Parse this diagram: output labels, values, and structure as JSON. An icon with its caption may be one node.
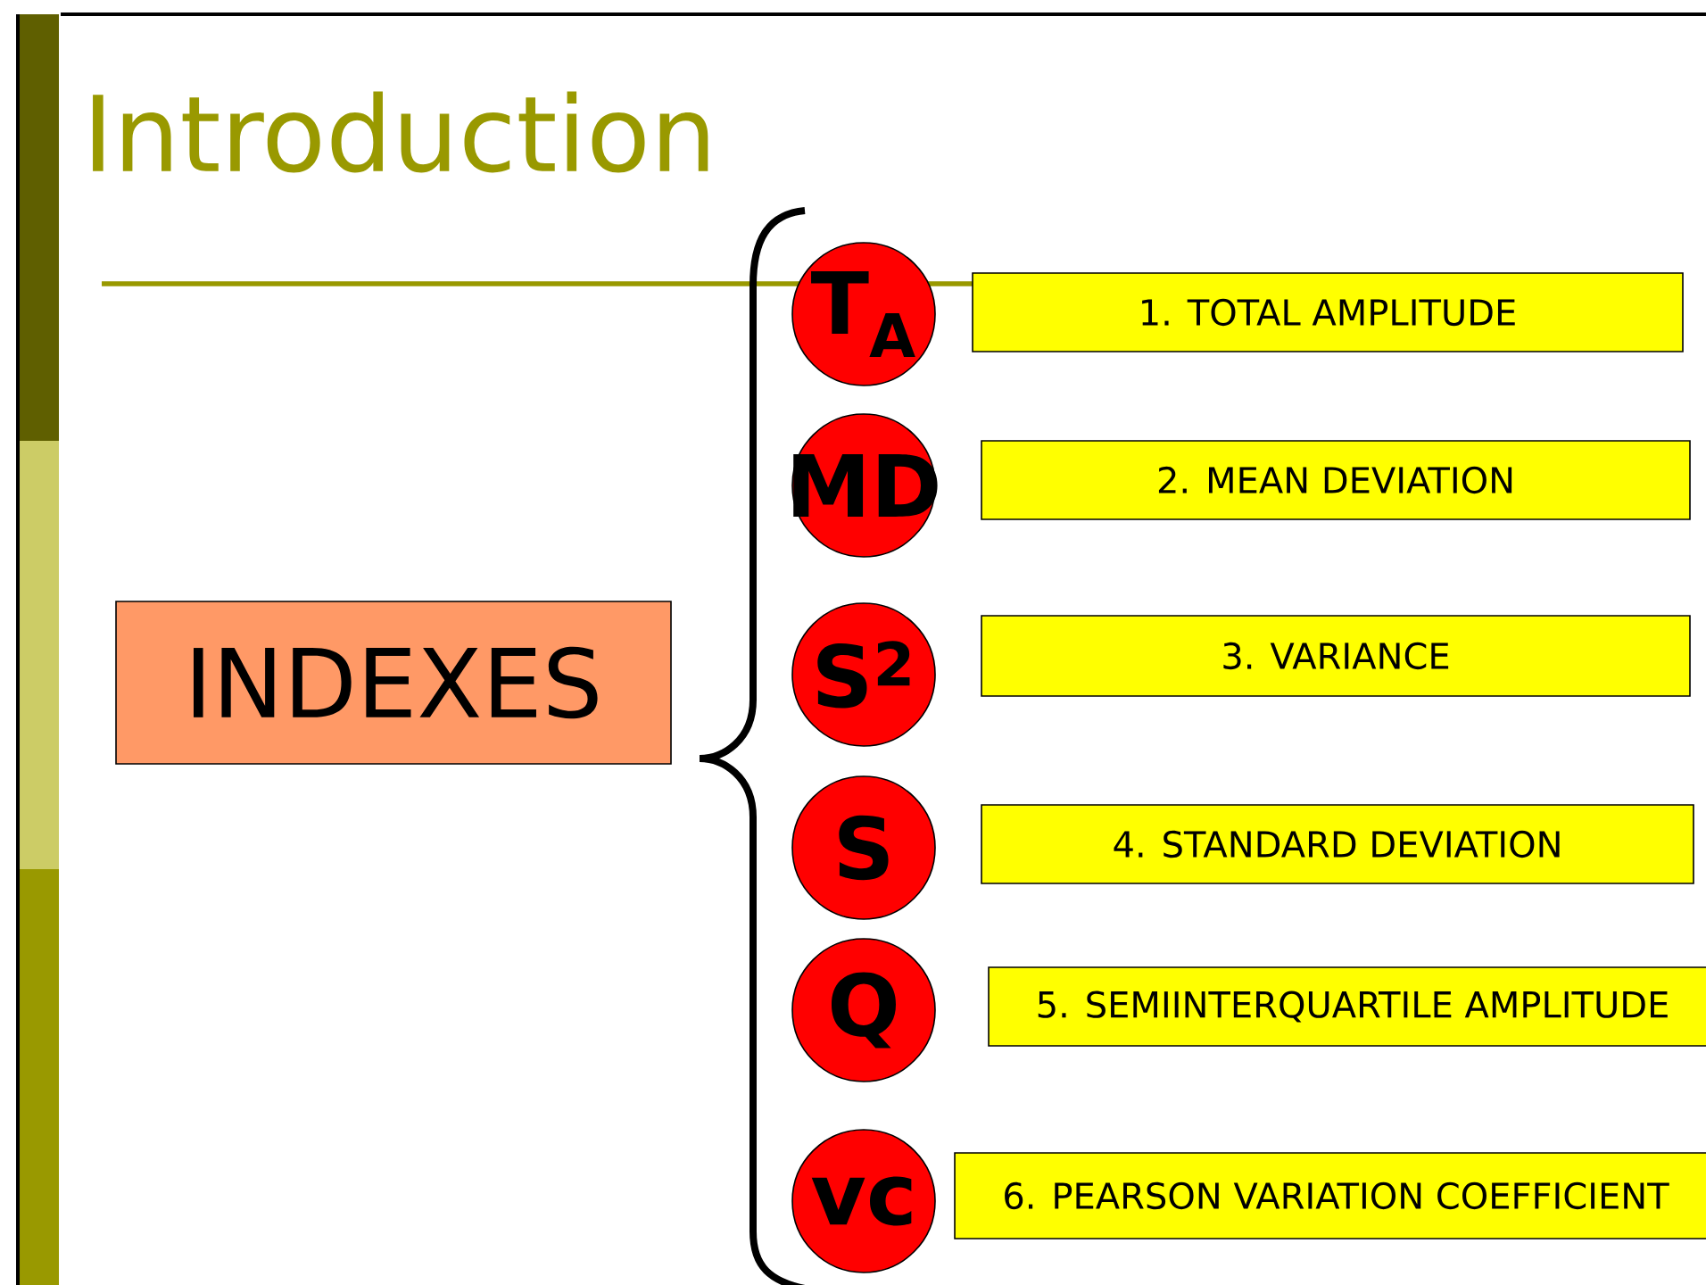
{
  "diagram": {
    "title": "Introduction",
    "nodes": [
      {
        "text": [
          "INDEXES"
        ]
      },
      {
        "text": [
          "T$_{A}$"
        ]
      },
      {
        "text": [
          "MD"
        ]
      },
      {
        "text": [
          "S$^{2}$"
        ]
      },
      {
        "text": [
          "S"
        ]
      },
      {
        "text": [
          "Q"
        ]
      },
      {
        "text": [
          "vc"
        ]
      },
      {
        "text": [
          "1. TOTAL AMPLITUDE"
        ]
      },
      {
        "text": [
          "2. MEAN DEVIATION"
        ]
      },
      {
        "text": [
          "3. VARIANCE"
        ]
      },
      {
        "text": [
          "4. STANDARD DEVIATION"
        ]
      },
      {
        "text": [
          "5. SEMIINTERQUARTILE AMPLITUDE"
        ]
      },
      {
        "text": [
          "6. PEARSON VARIATION COEFFICIENT"
        ]
      }
    ]
  }
}
